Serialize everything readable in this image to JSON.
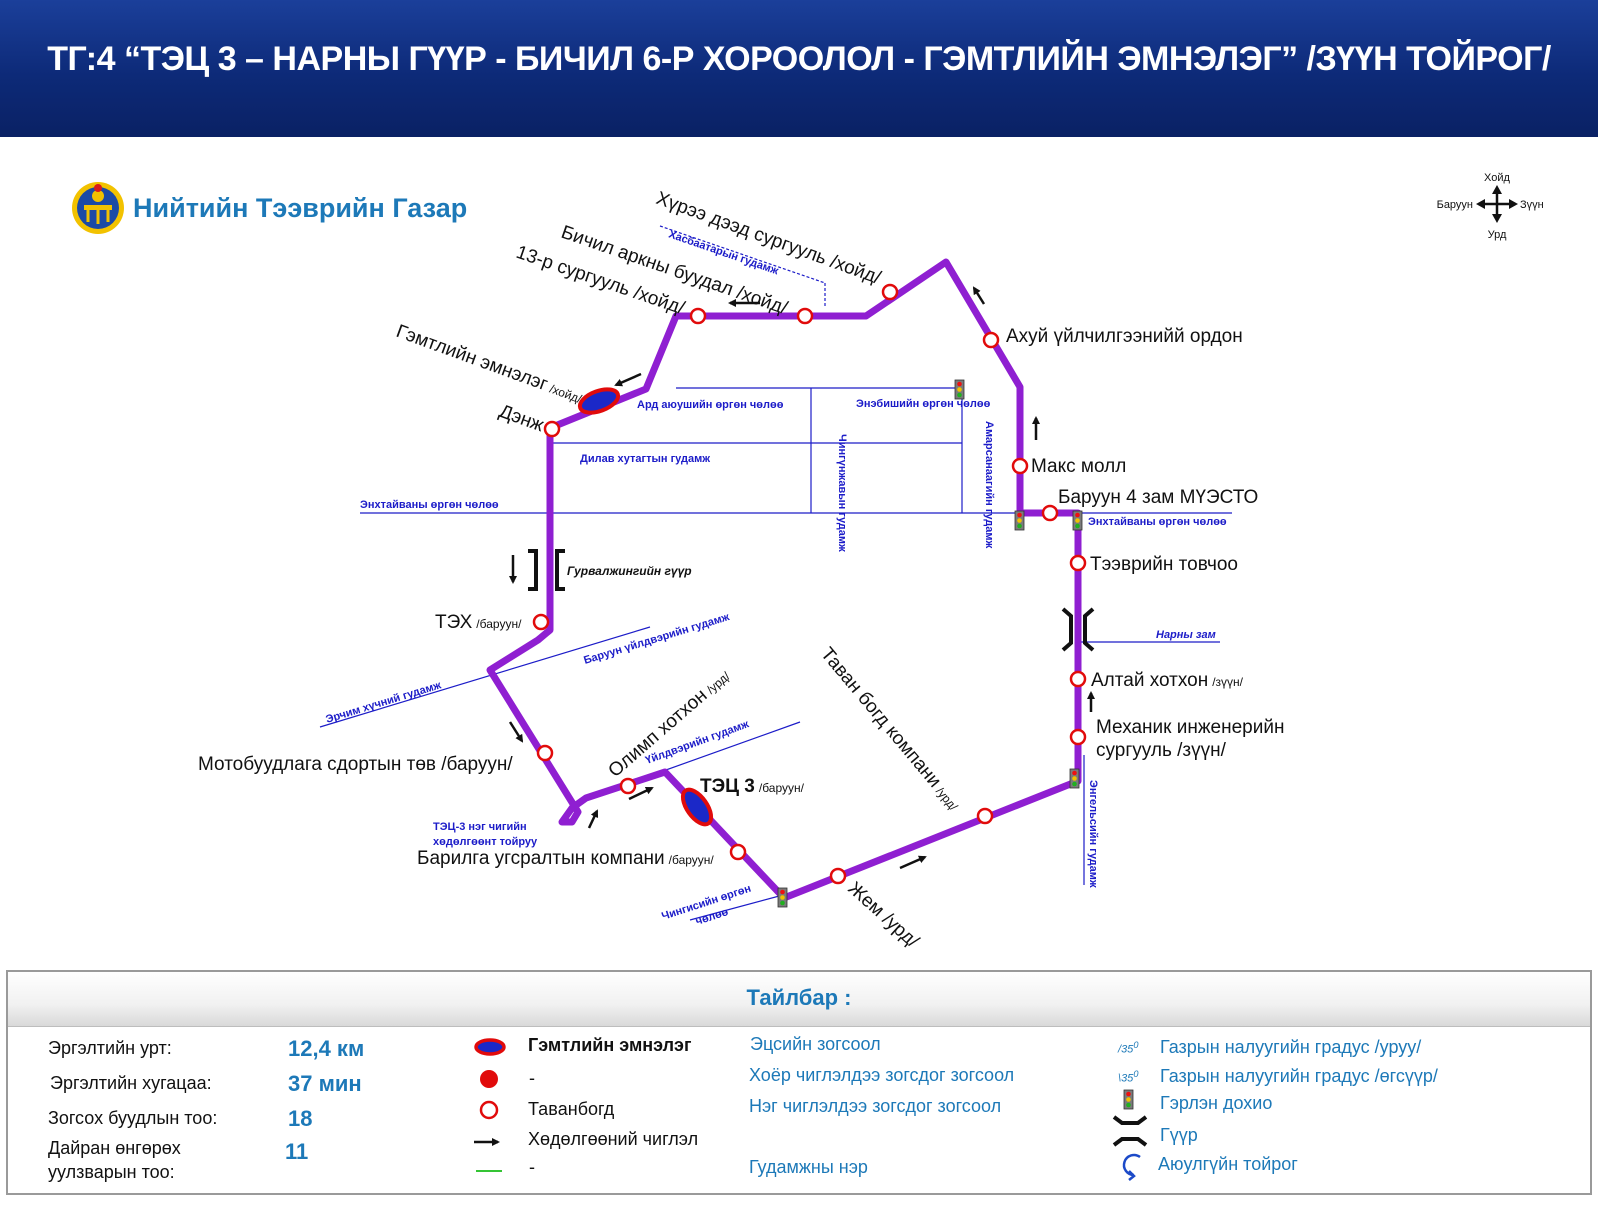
{
  "header": {
    "title": "ТГ:4 “ТЭЦ 3 – НАРНЫ ГҮҮР - БИЧИЛ 6-Р ХОРООЛОЛ - ГЭМТЛИЙН ЭМНЭЛЭГ” /ЗҮҮН ТОЙРОГ/"
  },
  "organization": {
    "name": "Нийтийн Тээврийн Газар"
  },
  "compass": {
    "north": "Хойд",
    "south": "Урд",
    "west": "Баруун",
    "east": "Зүүн"
  },
  "map": {
    "route_color": "#8f1fd1",
    "street_color": "#1c1cc8",
    "stops": {
      "s1": "Хүрээ дээд сургууль /хойд/",
      "s2": "Бичил аркны буудал /хойд/",
      "s3": "13-р сургууль /хойд/",
      "s4_main": "Гэмтлийн эмнэлэг",
      "s4_dir": "/хойд/",
      "s5": "Дэнж",
      "s6_main": "ТЭХ",
      "s6_dir": "/баруун/",
      "s7": "Мотобуудлага сдортын төв /баруун/",
      "s8_main": "Барилга угсралтын компани",
      "s8_dir": "/баруун/",
      "s9_main": "Олимп хотхон",
      "s9_dir": "/урд/",
      "s10_main": "ТЭЦ 3",
      "s10_dir": "/баруун/",
      "s11": "Жем /урд/",
      "s12_main": "Таван богд компани",
      "s12_dir": "/урд/",
      "s13_line1": "Механик инженерийн",
      "s13_line2": "сургууль /зүүн/",
      "s14_main": "Алтай хотхон",
      "s14_dir": "/зүүн/",
      "s15": "Тээврийн товчоо",
      "s16": "Баруун 4 зам МҮЭСТО",
      "s17": "Макс молл",
      "s18": "Ахуй үйлчилгээнийй ордон"
    },
    "streets": {
      "hasbaatar": "Хасбаатарын гудамж",
      "ard_ayush": "Ард аюушийн өргөн чөлөө",
      "enebish": "Энэбишийн өргөн чөлөө",
      "dilav": "Дилав хутагтын гудамж",
      "chingunjav": "Чингүнжавын гудамж",
      "amarsanaa": "Амарсанаагийн гудамж",
      "enhtaivan_w": "Энхтайваны өргөн чөлөө",
      "enhtaivan_e": "Энхтайваны өргөн чөлөө",
      "narny_zam": "Нарны зам",
      "baruun_uildver": "Баруун үйлдвэрийн гудамж",
      "erchim": "Эрчим хүчний гудамж",
      "uildver": "Үйлдвэрийн гудамж",
      "engels": "Энгельсийн гудамж",
      "chingis_1": "Чингисийн өргөн",
      "chingis_2": "чөлөө",
      "tets3_loop_1": "ТЭЦ-3 нэг чигийн",
      "tets3_loop_2": "хөдөлгөөнт тойруу"
    },
    "bridges": {
      "gurvaljin": "Гурвалжингийн гүүр"
    }
  },
  "legend": {
    "title": "Тайлбар :",
    "stats": [
      {
        "label": "Эргэлтийн урт:",
        "value": "12,4 км"
      },
      {
        "label": "Эргэлтийн хугацаа:",
        "value": "37 мин"
      },
      {
        "label": "Зогсох буудлын тоо:",
        "value": "18"
      },
      {
        "label_line1": "Дайран өнгөрөх",
        "label_line2": "уулзварын тоо:",
        "value": "11"
      }
    ],
    "symbols": {
      "hospital": "Гэмтлийн эмнэлэг",
      "red_dot": "-",
      "tavanbogd": "Тавaнбогд",
      "direction": "Хөдөлгөөний чиглэл",
      "green_line": "-"
    },
    "stops": {
      "terminal": "Эцсийн зогсоол",
      "two_way": "Хоёр чиглэлдээ зогсдог зогсоол",
      "one_way": "Нэг чиглэлдээ зогсдог зогсоол",
      "street_name": "Гудамжны нэр"
    },
    "right": {
      "slope_deg": "35",
      "slope_down": "Газрын налуугийн градус /уруу/",
      "slope_up": "Газрын налуугийн градус /өгсүүр/",
      "traffic_light": "Гэрлэн дохио",
      "bridge": "Гүүр",
      "roundabout": "Аюулгүйн тойрог"
    }
  }
}
